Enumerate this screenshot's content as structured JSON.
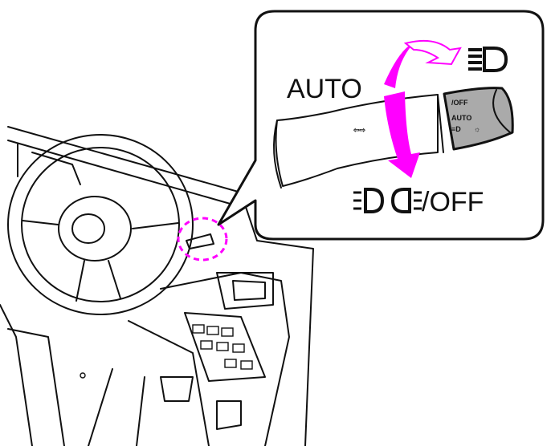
{
  "labels": {
    "auto": "AUTO",
    "off": "/OFF",
    "switch_off": "/OFF",
    "switch_auto": "AUTO"
  },
  "icons": [
    "headlight-high-beam-icon",
    "tail-light-icon",
    "low-beam-icon",
    "light-sensor-icon",
    "turn-signal-arrows-icon"
  ],
  "colors": {
    "accent": "#ff00ff",
    "switch_grey": "#aaaaaa"
  }
}
